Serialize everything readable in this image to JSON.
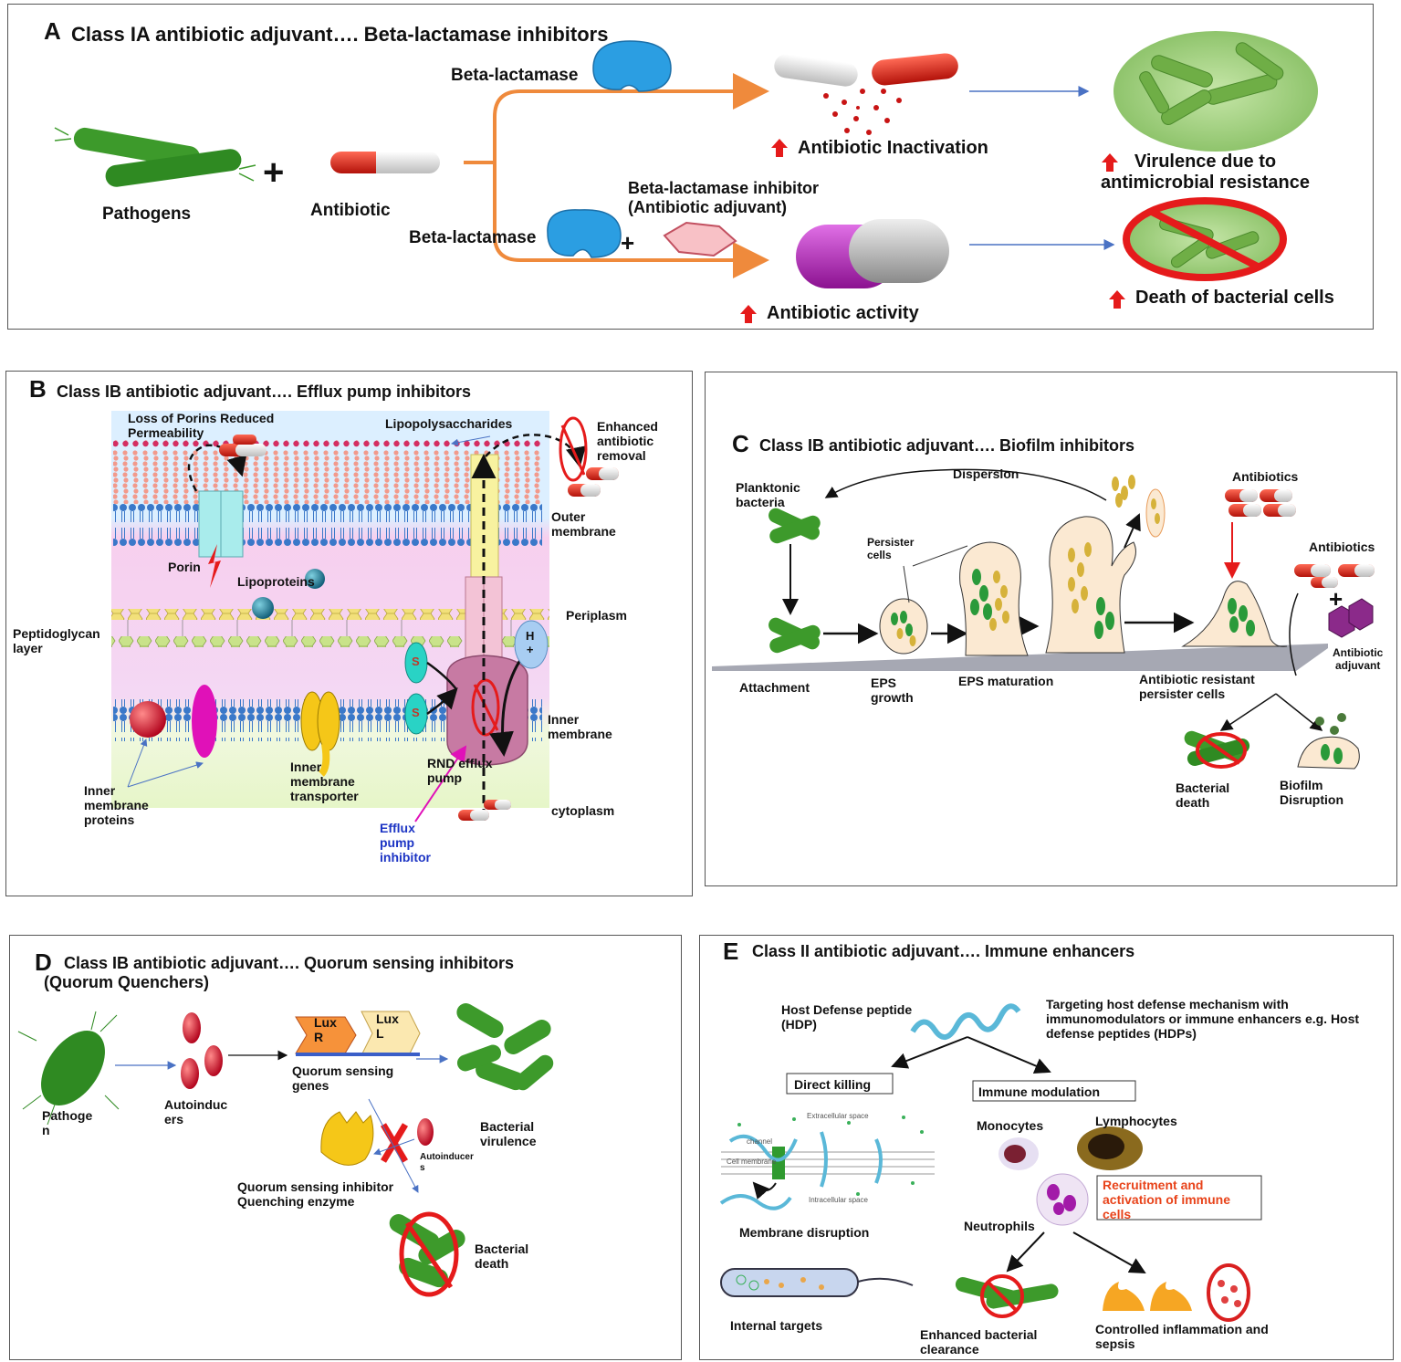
{
  "colors": {
    "arrow_orange": "#ef8a3c",
    "arrow_blue": "#4a72c4",
    "red": "#e51b1b",
    "green": "#3d9a2b",
    "pink_periplasm": "#f6d2f2",
    "sky": "#dcefff",
    "membrane_blue": "#3a78c9",
    "efflux_purple": "#c77aa3",
    "magenta": "#e011b8",
    "fire": "#f6a623"
  },
  "panelA": {
    "letter": "A",
    "title": "Class IA antibiotic adjuvant…. Beta-lactamase inhibitors",
    "pathogens": "Pathogens",
    "plus": "+",
    "antibiotic": "Antibiotic",
    "beta_lactamase_top": "Beta-lactamase",
    "beta_lactamase_bottom": "Beta-lactamase",
    "inhibitor": "Beta-lactamase inhibitor\n(Antibiotic adjuvant)",
    "inactivation": "Antibiotic Inactivation",
    "activity": "Antibiotic activity",
    "virulence": "Virulence due to\nantimicrobial resistance",
    "death": "Death of bacterial cells"
  },
  "panelB": {
    "letter": "B",
    "title": "Class IB antibiotic adjuvant…. Efflux pump inhibitors",
    "loss_porins": "Loss of Porins Reduced\nPermeability",
    "lps": "Lipopolysaccharides",
    "enhanced": "Enhanced\nantibiotic\nremoval",
    "outer_membrane": "Outer\nmembrane",
    "porin": "Porin",
    "lipoproteins": "Lipoproteins",
    "periplasm": "Periplasm",
    "peptidoglycan": "Peptidoglycan\nlayer",
    "proton": "H\n+",
    "s_label": "S",
    "inner_membrane": "Inner\nmembrane",
    "inner_transporter": "Inner\nmembrane\ntransporter",
    "rnd": "RND efflux\npump",
    "inner_proteins": "Inner\nmembrane\nproteins",
    "cytoplasm": "cytoplasm",
    "epi": "Efflux\npump\ninhibitor"
  },
  "panelC": {
    "letter": "C",
    "title": "Class IB antibiotic adjuvant…. Biofilm inhibitors",
    "planktonic": "Planktonic\nbacteria",
    "dispersion": "Dispersion",
    "antibiotics1": "Antibiotics",
    "antibiotics2": "Antibiotics",
    "persister": "Persister\ncells",
    "attachment": "Attachment",
    "eps_growth": "EPS\ngrowth",
    "eps_maturation": "EPS maturation",
    "resistant": "Antibiotic resistant\npersister cells",
    "adjuvant": "Antibiotic\nadjuvant",
    "plus": "+",
    "bact_death": "Bacterial\ndeath",
    "biofilm_disruption": "Biofilm\nDisruption"
  },
  "panelD": {
    "letter": "D",
    "title": "Class IB antibiotic adjuvant…. Quorum sensing inhibitors\n(Quorum Quenchers)",
    "pathogen": "Pathoge\nn",
    "autoinducers": "Autoinduc\ners",
    "luxr": "Lux\nR",
    "luxl": "Lux\nL",
    "genes": "Quorum sensing\ngenes",
    "virulence": "Bacterial\nvirulence",
    "autoinducer_small": "Autoinducer\ns",
    "qsi": "Quorum sensing inhibitor\nQuenching enzyme",
    "death": "Bacterial\ndeath"
  },
  "panelE": {
    "letter": "E",
    "title": "Class II antibiotic adjuvant…. Immune enhancers",
    "hdp": "Host Defense peptide\n(HDP)",
    "targeting": "Targeting host defense mechanism with\nimmunomodulators or immune enhancers e.g. Host\ndefense peptides (HDPs)",
    "direct": "Direct killing",
    "immune": "Immune modulation",
    "monocytes": "Monocytes",
    "lymphocytes": "Lymphocytes",
    "neutrophils": "Neutrophils",
    "recruitment": "Recruitment and\nactivation of immune\ncells",
    "membrane": "Membrane disruption",
    "internal": "Internal targets",
    "clearance": "Enhanced bacterial\nclearance",
    "controlled": "Controlled inflammation and\nsepsis",
    "extracellular": "Extracellular space",
    "intracellular": "Intracellular space",
    "cell_membrane": "Cell membrane",
    "channel": "channel"
  }
}
